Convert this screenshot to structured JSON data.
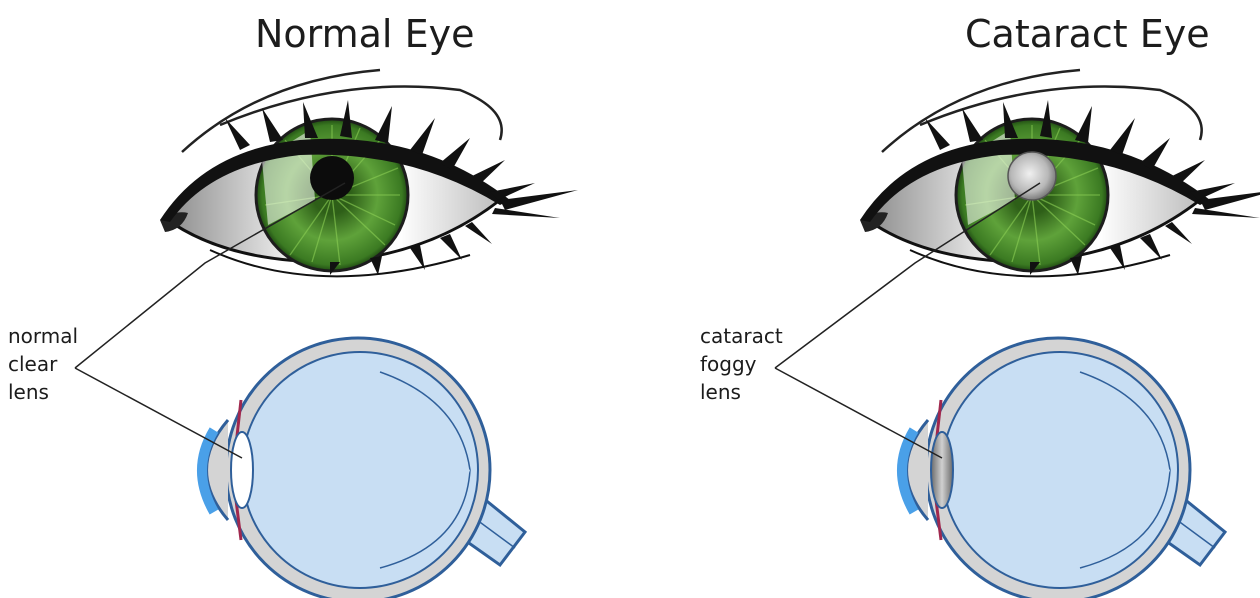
{
  "panels": {
    "normal": {
      "title": "Normal Eye",
      "label": [
        "normal",
        "clear",
        "lens"
      ]
    },
    "cataract": {
      "title": "Cataract Eye",
      "label": [
        "cataract",
        "foggy",
        "lens"
      ]
    }
  },
  "colors": {
    "iris": "#4a8a2a",
    "iris_dark": "#1f4a12",
    "eyeball_fill": "#c8def3",
    "eyeball_stroke": "#2f5f9a",
    "sclera_gray": "#cfcfcf",
    "cornea_blue": "#4aa0e8",
    "ciliary": "#a0284e",
    "cloudy_lens": "#a9a9a9"
  }
}
